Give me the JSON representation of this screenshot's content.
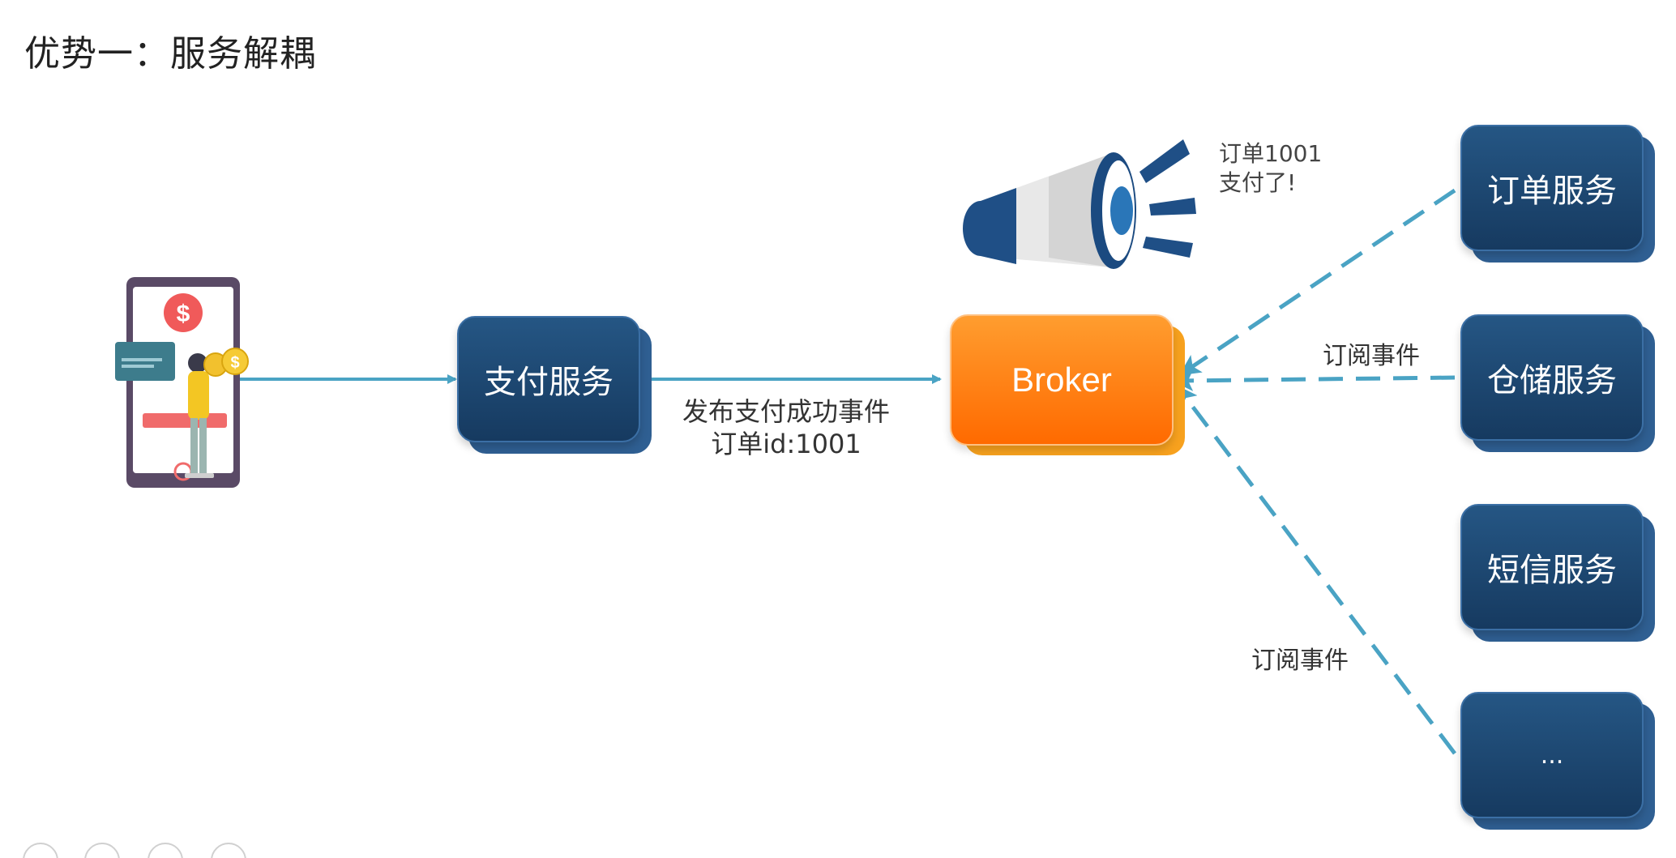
{
  "title": "优势一：服务解耦",
  "payment_service": "支付服务",
  "broker": "Broker",
  "publish_label": {
    "line1": "发布支付成功事件",
    "line2": "订单id:1001"
  },
  "announce": {
    "line1": "订单1001",
    "line2": "支付了!"
  },
  "subscribe_label_top": "订阅事件",
  "subscribe_label_bottom": "订阅事件",
  "subscribers": [
    "订单服务",
    "仓储服务",
    "短信服务",
    "..."
  ],
  "colors": {
    "service_box": "#1f4a74",
    "broker": "#ff7a0f",
    "arrow": "#4aa3c4"
  },
  "icons": {
    "phone": "phone-payment-illustration",
    "megaphone": "megaphone-icon"
  }
}
